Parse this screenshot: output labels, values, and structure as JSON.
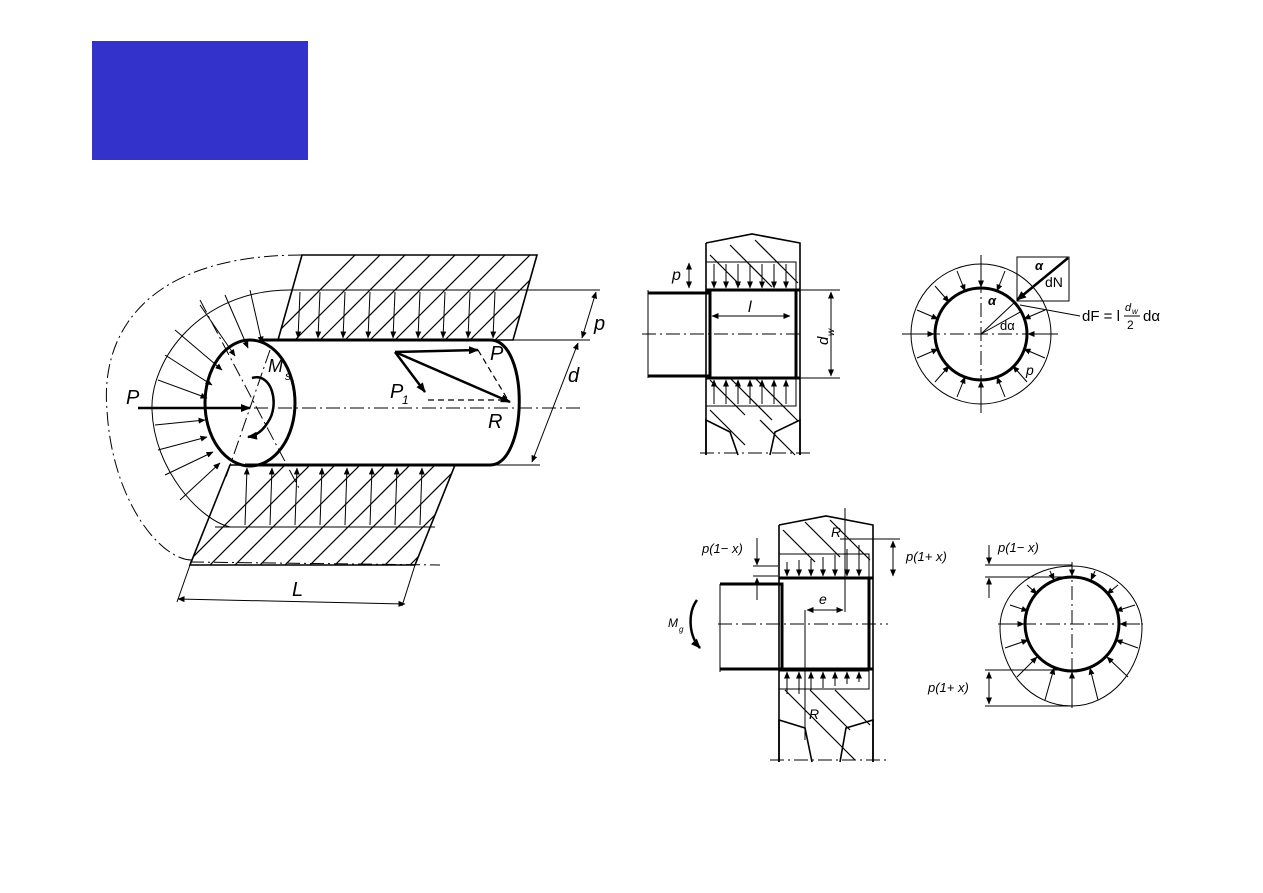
{
  "slide": {
    "title_block_color": "#3333cc",
    "background": "#ffffff"
  },
  "figures": {
    "main_3d": {
      "labels": {
        "axial_force": "P",
        "torque": "M",
        "torque_sub": "s",
        "pressure": "p",
        "diameter": "d",
        "length": "L",
        "force_p": "P",
        "force_p1": "P",
        "force_p1_sub": "1",
        "resultant": "R"
      }
    },
    "hub_section_top": {
      "labels": {
        "pressure": "p",
        "length": "l",
        "diameter": "d",
        "diameter_sub": "w"
      }
    },
    "ring_uniform": {
      "labels": {
        "angle": "α",
        "normal_force": "dN",
        "d_angle": "dα",
        "pressure": "p",
        "formula_lhs": "dF = l",
        "formula_num": "d",
        "formula_num_sub": "w",
        "formula_den": "2",
        "formula_rhs": "dα"
      }
    },
    "hub_section_bottom": {
      "labels": {
        "p_low": "p(1− x)",
        "p_high": "p(1+ x)",
        "resultant_top": "R",
        "resultant_bottom": "R",
        "eccentricity": "e",
        "bending_moment": "M",
        "bending_moment_sub": "g"
      }
    },
    "ring_nonuniform": {
      "labels": {
        "p_low": "p(1− x)",
        "p_high": "p(1+ x)"
      }
    }
  }
}
